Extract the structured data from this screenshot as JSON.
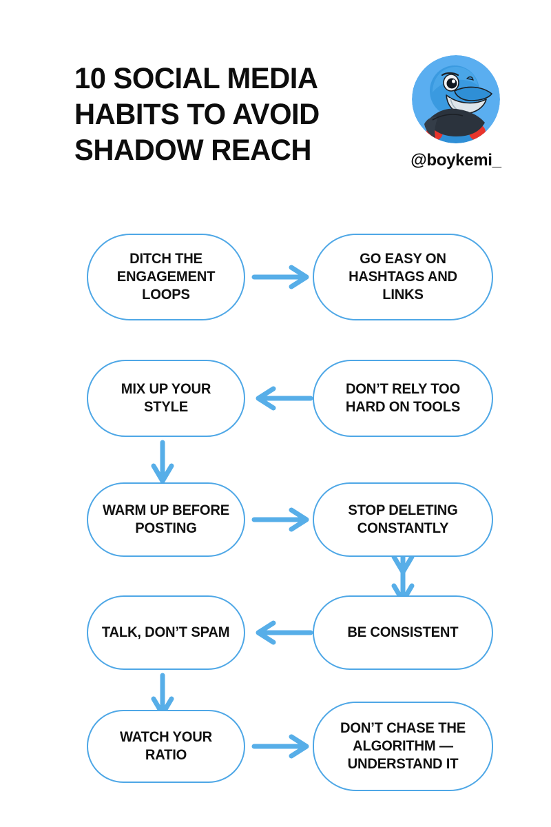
{
  "header": {
    "title_lines": [
      "10 SOCIAL MEDIA",
      "HABITS TO AVOID",
      "SHADOW REACH"
    ],
    "handle": "@boykemi_",
    "avatar_name": "dolphin-mascot-avatar",
    "avatar_colors": {
      "circle_bg": "#5aaef0",
      "body_blue": "#2f8fd6",
      "head_blue": "#3a9ae0",
      "snout_light": "#dfe6ea",
      "scarf_dark": "#2b333d",
      "accent_red": "#e8342c",
      "eye_dark": "#111821"
    }
  },
  "theme": {
    "accent_blue": "#4ea7e6",
    "arrow_blue": "#57aee8",
    "text_black": "#111111",
    "background": "#ffffff"
  },
  "flow": {
    "rows": [
      {
        "left_label": "DITCH THE ENGAGEMENT LOOPS",
        "right_label": "GO EASY ON HASHTAGS AND LINKS",
        "horizontal_arrow": "right",
        "vertical_arrow": "right-column-down"
      },
      {
        "left_label": "MIX UP YOUR STYLE",
        "right_label": "DON’T RELY TOO HARD ON TOOLS",
        "horizontal_arrow": "left",
        "vertical_arrow": "left-column-down"
      },
      {
        "left_label": "WARM UP BEFORE POSTING",
        "right_label": "STOP DELETING CONSTANTLY",
        "horizontal_arrow": "right",
        "vertical_arrow": "right-column-down"
      },
      {
        "left_label": "TALK, DON’T SPAM",
        "right_label": "BE CONSISTENT",
        "horizontal_arrow": "left",
        "vertical_arrow": "left-column-down"
      },
      {
        "left_label": "WATCH YOUR RATIO",
        "right_label": "DON’T CHASE THE ALGORITHM — UNDERSTAND IT",
        "horizontal_arrow": "right",
        "vertical_arrow": "none"
      }
    ]
  }
}
